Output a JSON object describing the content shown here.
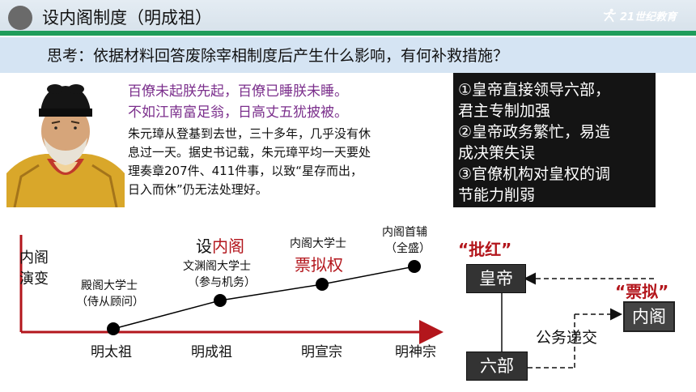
{
  "header": {
    "title": "设内阁制度（明成祖）",
    "logo_text": "21世纪教育",
    "accent_color": "#1f9d5b"
  },
  "question": "思考：依据材料回答废除宰相制度后产生什么影响，有何补救措施？",
  "material": {
    "quote_line1": "百僚未起朕先起，百僚已睡朕未睡。",
    "quote_line2": "不如江南富足翁，日高丈五犹披被。",
    "body_lines": [
      "朱元璋从登基到去世，三十多年，几乎没有休",
      "息过一天。据史书记载，朱元璋平均一天要处",
      "理奏章207件、411件事，以致“星存而出，",
      "日入而休”仍无法处理好。"
    ]
  },
  "answer": {
    "lines": [
      "①皇帝直接领导六部，",
      "君主专制加强",
      "②皇帝政务繁忙，易造",
      "成决策失误",
      "③官僚机构对皇权的调",
      "节能力削弱"
    ]
  },
  "timeline": {
    "y_axis_label_1": "内阁",
    "y_axis_label_2": "演变",
    "stages": [
      {
        "title": "殿阁大学士",
        "sub": "（侍从顾问）",
        "emperor": "明太祖"
      },
      {
        "highlight_prefix": "设",
        "highlight": "内阁",
        "title": "文渊阁大学士",
        "sub": "（参与机务）",
        "emperor": "明成祖"
      },
      {
        "title": "内阁大学士",
        "highlight": "票拟权",
        "emperor": "明宣宗"
      },
      {
        "title": "内阁首辅",
        "sub": "（全盛）",
        "emperor": "明神宗"
      }
    ]
  },
  "diagram": {
    "pihong": "“批红”",
    "piaoni": "“票拟”",
    "emperor_box": "皇帝",
    "cabinet_box": "内阁",
    "ministries_box": "六部",
    "flow_label": "公务递交"
  }
}
